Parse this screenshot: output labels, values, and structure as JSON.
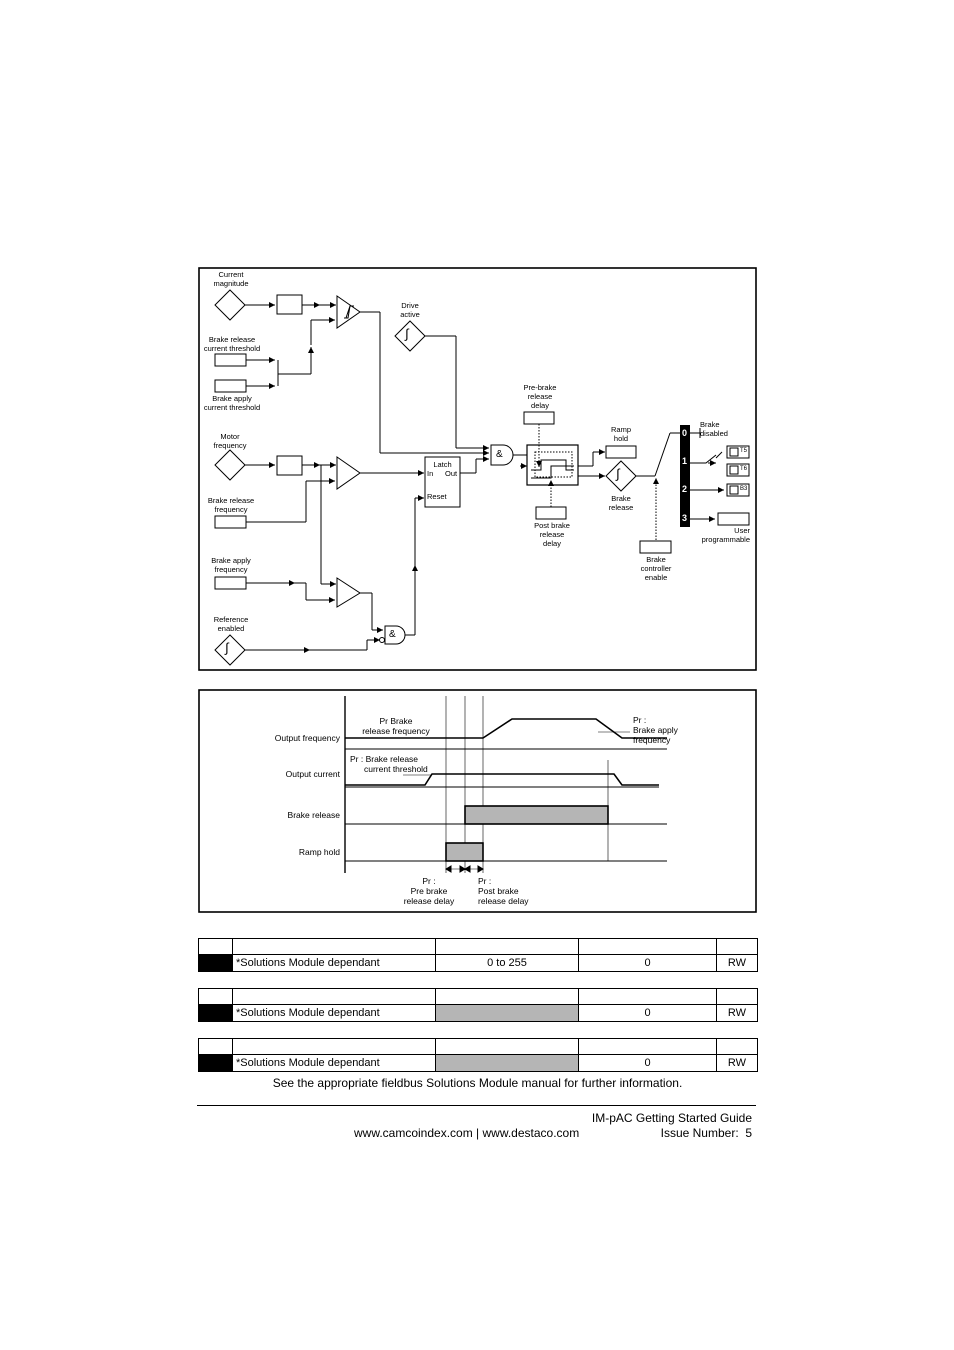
{
  "diagram": {
    "current_magnitude": "Current magnitude",
    "brake_release_current_threshold": "Brake release current threshold",
    "brake_apply_current_threshold": "Brake apply current threshold",
    "drive_active": "Drive active",
    "pre_brake_release_delay": "Pre-brake release delay",
    "ramp_hold": "Ramp hold",
    "brake_disabled": "Brake disabled",
    "motor_frequency": "Motor frequency",
    "brake_release_frequency": "Brake release frequency",
    "brake_apply_frequency": "Brake apply frequency",
    "reference_enabled": "Reference enabled",
    "latch": "Latch",
    "latch_in": "In",
    "latch_out": "Out",
    "latch_reset": "Reset",
    "and_gate": "&",
    "post_brake_release_delay": "Post brake release delay",
    "brake_release": "Brake release",
    "brake_controller_enable": "Brake controller enable",
    "user_programmable": "User programmable",
    "selector_positions": [
      "0",
      "1",
      "2",
      "3"
    ],
    "terminal_t5": "T5",
    "terminal_t6": "T6",
    "terminal_b3": "B3"
  },
  "timing": {
    "row_labels": [
      "Output frequency",
      "Output current",
      "Brake release",
      "Ramp hold"
    ],
    "annot_release_freq": [
      "Pr       Brake",
      "release frequency"
    ],
    "annot_apply_freq": [
      "Pr     :",
      "Brake apply",
      "frequency"
    ],
    "annot_release_current": [
      "Pr     : Brake release",
      "current threshold"
    ],
    "annot_pre_delay": [
      "Pr     :",
      "Pre brake",
      "release delay"
    ],
    "annot_post_delay": [
      "Pr     :",
      "Post brake",
      "release delay"
    ]
  },
  "tables": [
    {
      "description": "*Solutions Module dependant",
      "range": "0 to 255",
      "default": "0",
      "type": "RW"
    },
    {
      "description": "*Solutions Module dependant",
      "range": "",
      "default": "0",
      "type": "RW"
    },
    {
      "description": "*Solutions Module dependant",
      "range": "",
      "default": "0",
      "type": "RW"
    }
  ],
  "note": "See the appropriate fieldbus Solutions Module manual for further information.",
  "footer": {
    "guide_title": "IM-pAC Getting Started Guide",
    "websites": "www.camcoindex.com | www.destaco.com",
    "issue": "Issue Number:  5"
  }
}
